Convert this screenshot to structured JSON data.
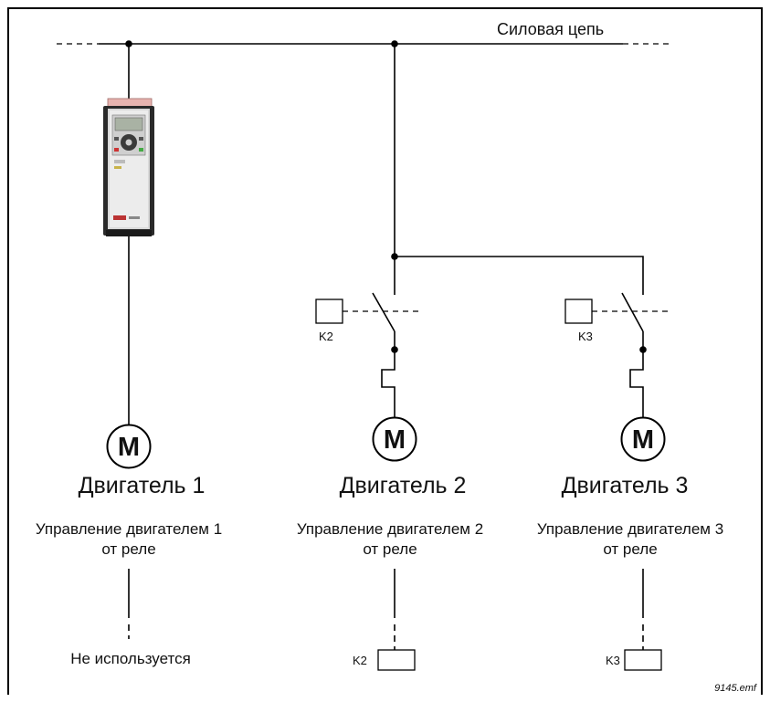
{
  "power_line_label": "Силовая цепь",
  "motors": [
    {
      "symbol": "M",
      "name": "Двигатель 1",
      "control_line1": "Управление двигателем 1",
      "control_line2": "от реле",
      "relay_status": "Не используется"
    },
    {
      "symbol": "M",
      "name": "Двигатель 2",
      "contactor": "K2",
      "control_line1": "Управление двигателем 2",
      "control_line2": "от реле",
      "relay_coil": "K2"
    },
    {
      "symbol": "M",
      "name": "Двигатель 3",
      "contactor": "K3",
      "control_line1": "Управление двигателем 3",
      "control_line2": "от реле",
      "relay_coil": "K3"
    }
  ],
  "file_name": "9145.emf"
}
